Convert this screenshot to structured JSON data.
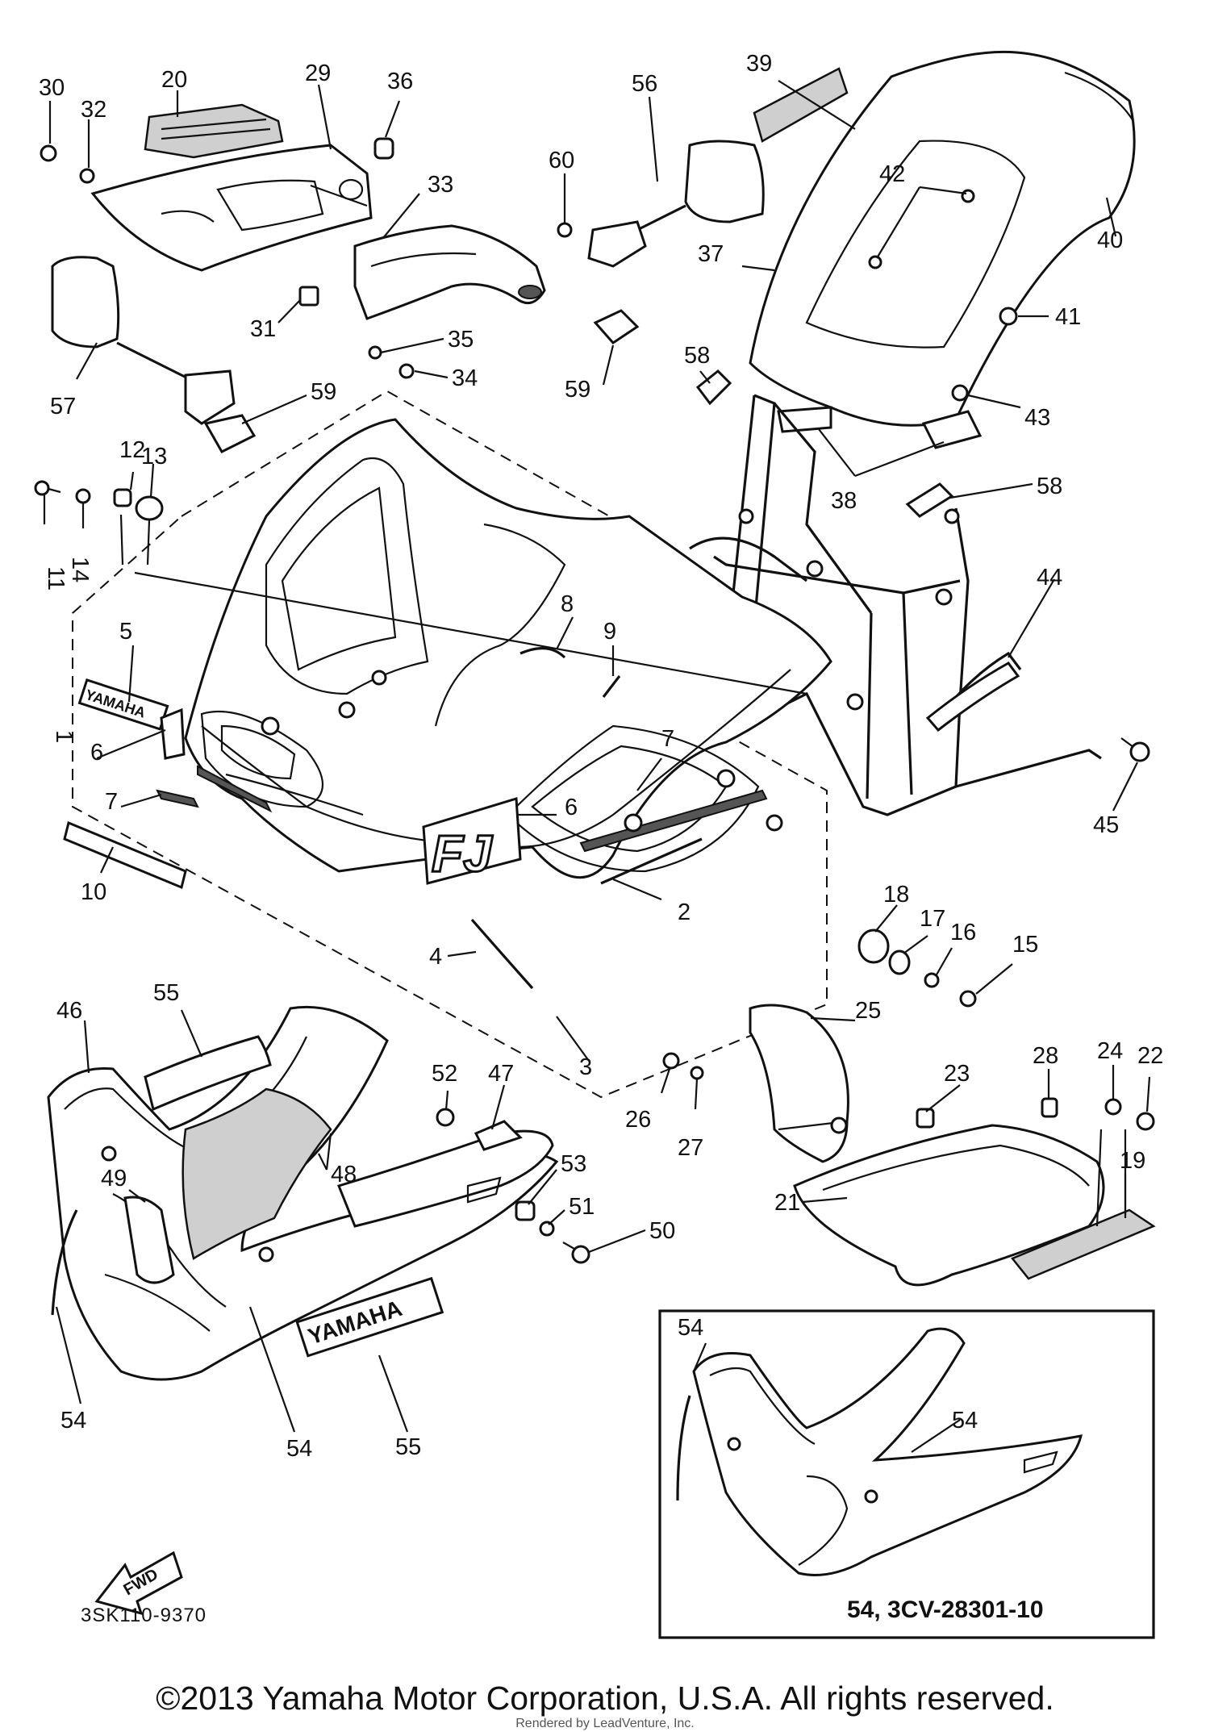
{
  "callouts": [
    {
      "id": "c1",
      "text": "1"
    },
    {
      "id": "c2",
      "text": "2"
    },
    {
      "id": "c3",
      "text": "3"
    },
    {
      "id": "c4",
      "text": "4"
    },
    {
      "id": "c5",
      "text": "5"
    },
    {
      "id": "c6a",
      "text": "6"
    },
    {
      "id": "c6b",
      "text": "6"
    },
    {
      "id": "c7a",
      "text": "7"
    },
    {
      "id": "c7b",
      "text": "7"
    },
    {
      "id": "c8",
      "text": "8"
    },
    {
      "id": "c9",
      "text": "9"
    },
    {
      "id": "c10",
      "text": "10"
    },
    {
      "id": "c11",
      "text": "11"
    },
    {
      "id": "c12",
      "text": "12"
    },
    {
      "id": "c13",
      "text": "13"
    },
    {
      "id": "c14",
      "text": "14"
    },
    {
      "id": "c15",
      "text": "15"
    },
    {
      "id": "c16",
      "text": "16"
    },
    {
      "id": "c17",
      "text": "17"
    },
    {
      "id": "c18",
      "text": "18"
    },
    {
      "id": "c19",
      "text": "19"
    },
    {
      "id": "c20",
      "text": "20"
    },
    {
      "id": "c21",
      "text": "21"
    },
    {
      "id": "c22",
      "text": "22"
    },
    {
      "id": "c23",
      "text": "23"
    },
    {
      "id": "c24",
      "text": "24"
    },
    {
      "id": "c25",
      "text": "25"
    },
    {
      "id": "c26",
      "text": "26"
    },
    {
      "id": "c27",
      "text": "27"
    },
    {
      "id": "c28",
      "text": "28"
    },
    {
      "id": "c29",
      "text": "29"
    },
    {
      "id": "c30",
      "text": "30"
    },
    {
      "id": "c31",
      "text": "31"
    },
    {
      "id": "c32",
      "text": "32"
    },
    {
      "id": "c33",
      "text": "33"
    },
    {
      "id": "c34",
      "text": "34"
    },
    {
      "id": "c35",
      "text": "35"
    },
    {
      "id": "c36",
      "text": "36"
    },
    {
      "id": "c37",
      "text": "37"
    },
    {
      "id": "c38",
      "text": "38"
    },
    {
      "id": "c39",
      "text": "39"
    },
    {
      "id": "c40",
      "text": "40"
    },
    {
      "id": "c41",
      "text": "41"
    },
    {
      "id": "c42",
      "text": "42"
    },
    {
      "id": "c43",
      "text": "43"
    },
    {
      "id": "c44",
      "text": "44"
    },
    {
      "id": "c45",
      "text": "45"
    },
    {
      "id": "c46",
      "text": "46"
    },
    {
      "id": "c47",
      "text": "47"
    },
    {
      "id": "c48",
      "text": "48"
    },
    {
      "id": "c49",
      "text": "49"
    },
    {
      "id": "c50",
      "text": "50"
    },
    {
      "id": "c51",
      "text": "51"
    },
    {
      "id": "c52",
      "text": "52"
    },
    {
      "id": "c53",
      "text": "53"
    },
    {
      "id": "c54a",
      "text": "54"
    },
    {
      "id": "c54b",
      "text": "54"
    },
    {
      "id": "c54c",
      "text": "54"
    },
    {
      "id": "c54d",
      "text": "54"
    },
    {
      "id": "c55a",
      "text": "55"
    },
    {
      "id": "c55b",
      "text": "55"
    },
    {
      "id": "c56",
      "text": "56"
    },
    {
      "id": "c57",
      "text": "57"
    },
    {
      "id": "c58a",
      "text": "58"
    },
    {
      "id": "c58b",
      "text": "58"
    },
    {
      "id": "c59a",
      "text": "59"
    },
    {
      "id": "c59b",
      "text": "59"
    },
    {
      "id": "c60",
      "text": "60"
    }
  ],
  "decals": {
    "yamaha_small": "YAMAHA",
    "yamaha_large": "YAMAHA",
    "fj": "FJ",
    "fwd": "FWD"
  },
  "diagram_code": "3SK110-9370",
  "inset_label": "54, 3CV-28301-10",
  "copyright": "©2013 Yamaha Motor Corporation, U.S.A. All rights reserved.",
  "rendered_by": "Rendered by LeadVenture, Inc."
}
